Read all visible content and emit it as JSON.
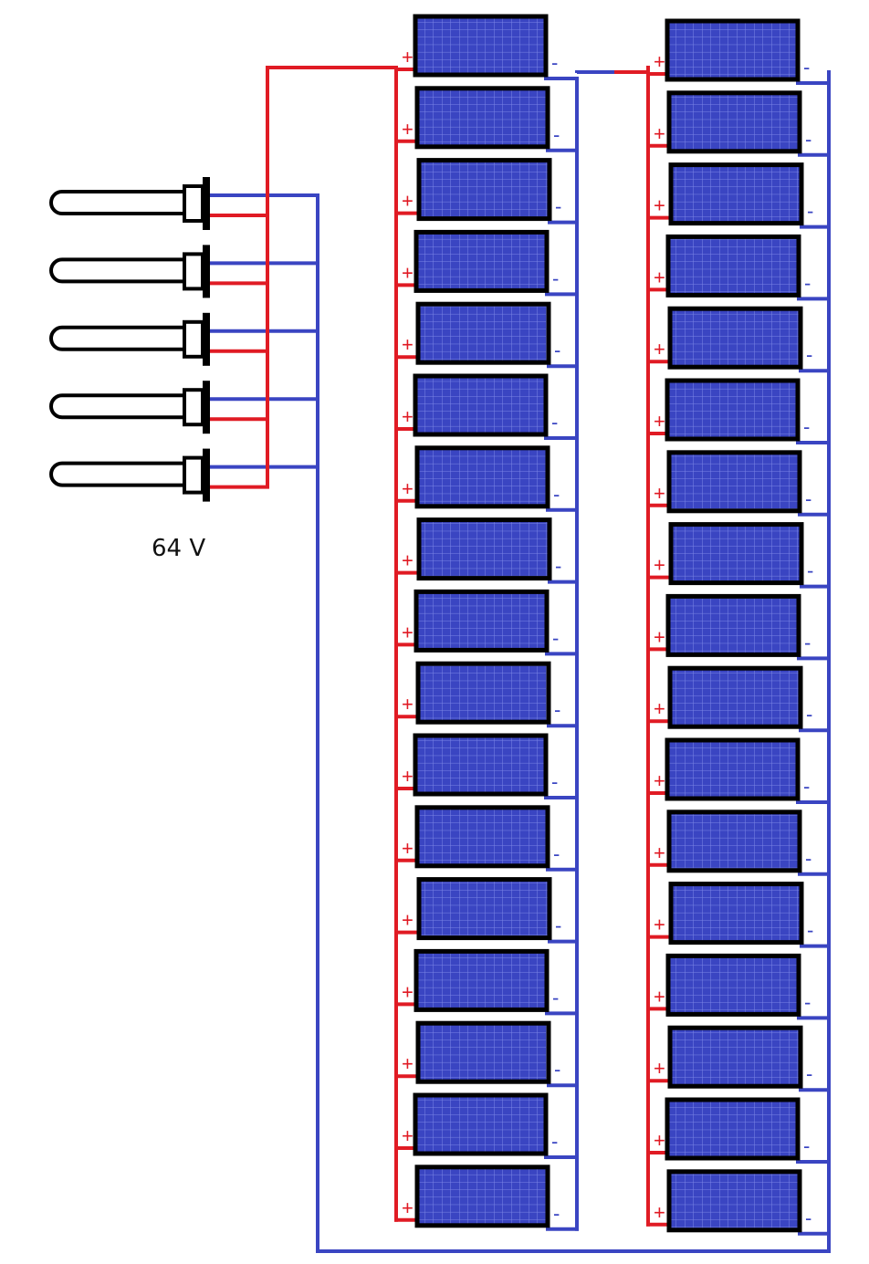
{
  "labels": {
    "voltage": "64 V",
    "plus": "+",
    "minus": "-"
  },
  "colors": {
    "positive": "#e01b24",
    "negative": "#3a45c2",
    "panel_fill": "#3a45c2",
    "panel_grid": "#7c86e6",
    "outline": "#000000"
  },
  "icons": {
    "panel": "solar-panel-icon",
    "heater": "immersion-heater-icon"
  },
  "heater_count": 5,
  "columns": [
    {
      "panel_count": 17
    },
    {
      "panel_count": 17
    }
  ]
}
